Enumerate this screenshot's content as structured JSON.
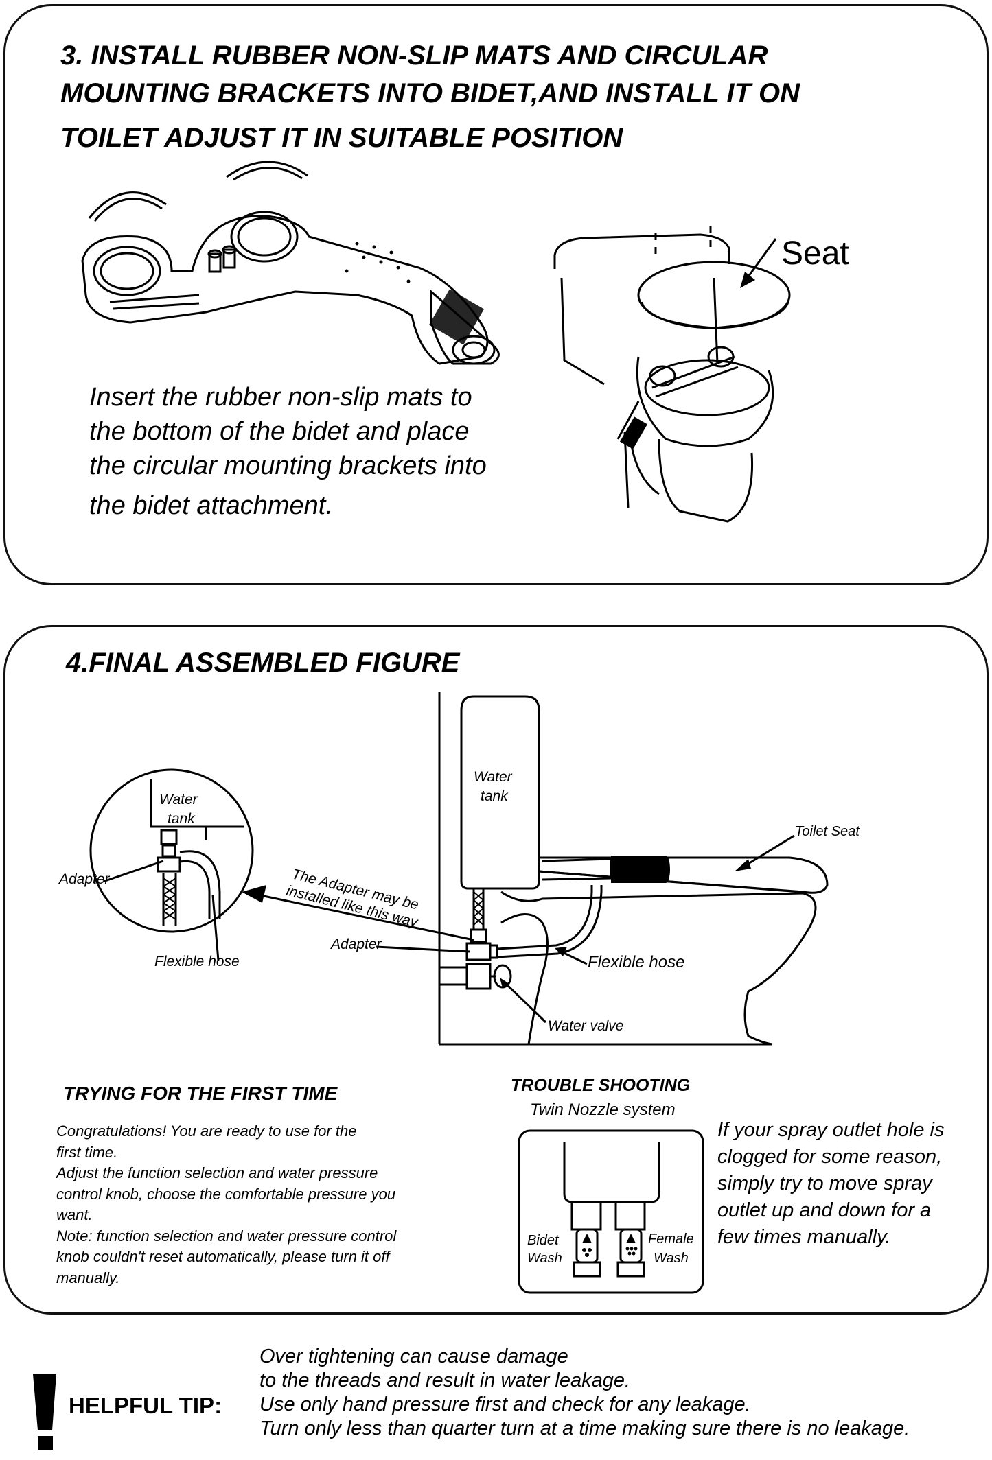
{
  "step3": {
    "title_lines": [
      "3. INSTALL RUBBER NON-SLIP MATS AND CIRCULAR",
      "MOUNTING BRACKETS INTO BIDET,AND INSTALL IT ON",
      "TOILET ADJUST IT IN SUITABLE POSITION"
    ],
    "seat_label": "Seat",
    "instruction_lines": [
      "Insert the rubber non-slip mats to",
      "the bottom of the bidet and place",
      "the circular mounting brackets into",
      "the bidet attachment."
    ]
  },
  "step4": {
    "title": "4.FINAL ASSEMBLED FIGURE",
    "labels": {
      "inset_water_tank_1": "Water",
      "inset_water_tank_2": "tank",
      "inset_adapter": "Adapter",
      "inset_flexible_hose": "Flexible hose",
      "adapter_note_1": "The Adapter may be",
      "adapter_note_2": "installed like this way",
      "water_tank_1": "Water",
      "water_tank_2": "tank",
      "toilet_seat": "Toilet Seat",
      "adapter": "Adapter",
      "flexible_hose": "Flexible hose",
      "water_valve": "Water valve"
    }
  },
  "first_time": {
    "heading": "TRYING FOR THE FIRST TIME",
    "lines": [
      "Congratulations! You are ready to use for the",
      "first time.",
      "Adjust the  function selection and  water pressure",
      "control knob, choose the comfortable pressure you",
      "want.",
      "Note:  function selection   and  water pressure control",
      "knob couldn't reset automatically, please turn it off",
      "manually."
    ]
  },
  "trouble": {
    "heading": "TROUBLE SHOOTING",
    "subheading": "Twin Nozzle system",
    "bidet_wash_1": "Bidet",
    "bidet_wash_2": "Wash",
    "female_wash_1": "Female",
    "female_wash_2": "Wash",
    "tip_lines": [
      "If your spray outlet hole is",
      "clogged for some reason,",
      "simply try to move spray",
      "outlet up and down for a",
      "few times manually."
    ]
  },
  "helpful_tip": {
    "label": "HELPFUL TIP:",
    "lines": [
      "Over tightening  can cause damage",
      "to the threads and result in water leakage.",
      "Use only hand pressure first and check for any leakage.",
      "Turn only less than quarter turn at a time making sure there is no leakage."
    ]
  }
}
